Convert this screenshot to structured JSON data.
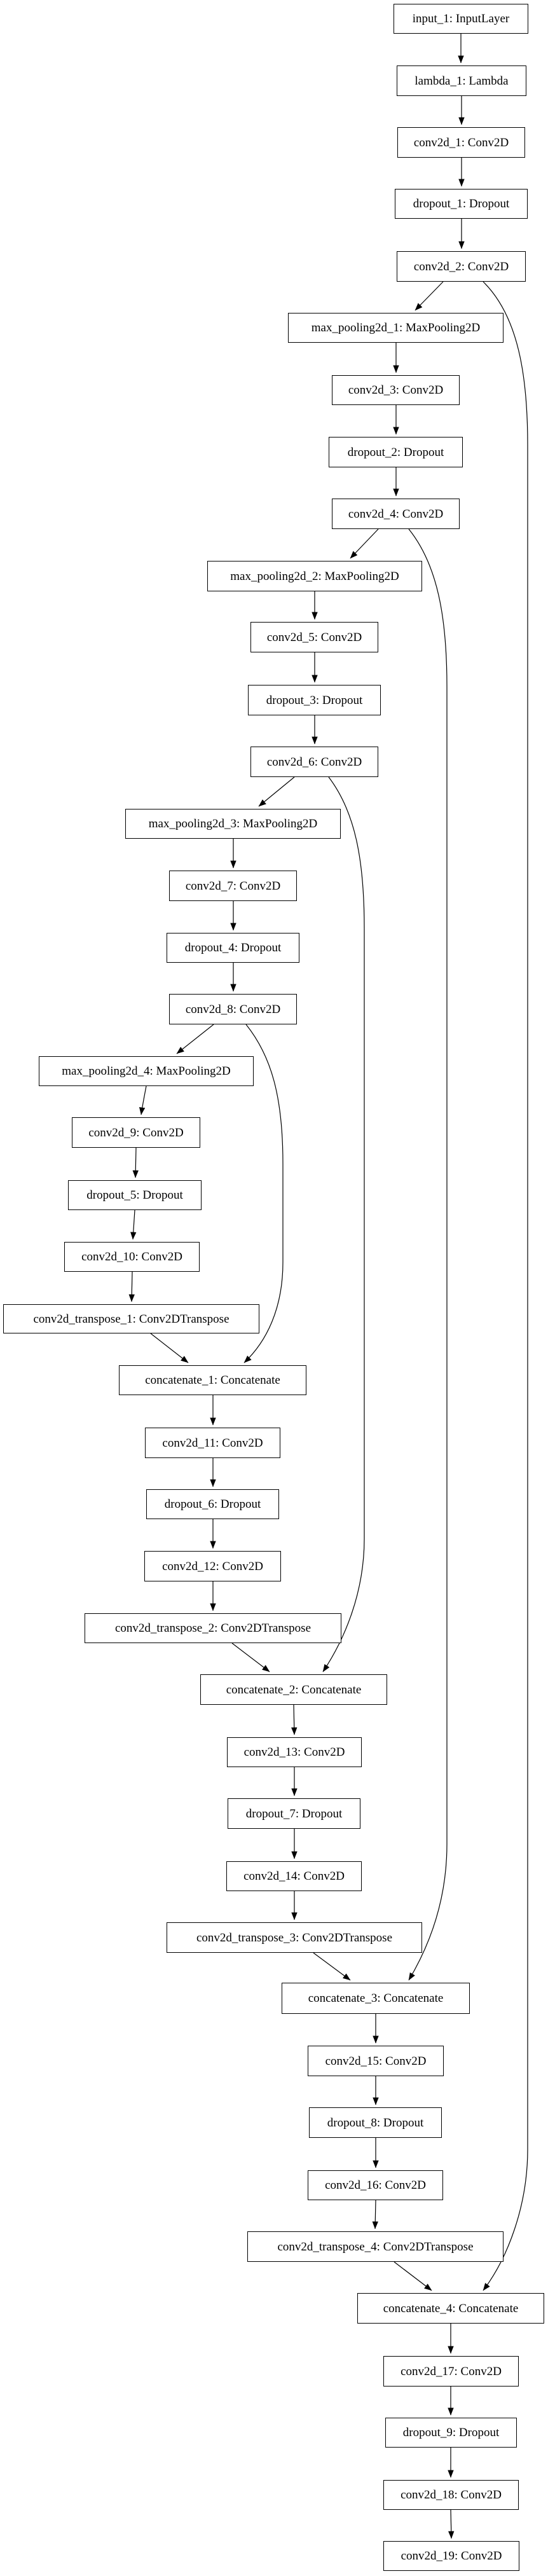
{
  "diagram": {
    "type": "keras-model-architecture-graph",
    "background_color": "#ffffff",
    "node_fill_color": "#ffffff",
    "node_border_color": "#000000",
    "edge_color": "#000000"
  },
  "nodes": {
    "input_1": "input_1: InputLayer",
    "lambda_1": "lambda_1: Lambda",
    "conv2d_1": "conv2d_1: Conv2D",
    "dropout_1": "dropout_1: Dropout",
    "conv2d_2": "conv2d_2: Conv2D",
    "max_pooling2d_1": "max_pooling2d_1: MaxPooling2D",
    "conv2d_3": "conv2d_3: Conv2D",
    "dropout_2": "dropout_2: Dropout",
    "conv2d_4": "conv2d_4: Conv2D",
    "max_pooling2d_2": "max_pooling2d_2: MaxPooling2D",
    "conv2d_5": "conv2d_5: Conv2D",
    "dropout_3": "dropout_3: Dropout",
    "conv2d_6": "conv2d_6: Conv2D",
    "max_pooling2d_3": "max_pooling2d_3: MaxPooling2D",
    "conv2d_7": "conv2d_7: Conv2D",
    "dropout_4": "dropout_4: Dropout",
    "conv2d_8": "conv2d_8: Conv2D",
    "max_pooling2d_4": "max_pooling2d_4: MaxPooling2D",
    "conv2d_9": "conv2d_9: Conv2D",
    "dropout_5": "dropout_5: Dropout",
    "conv2d_10": "conv2d_10: Conv2D",
    "conv2d_transpose_1": "conv2d_transpose_1: Conv2DTranspose",
    "concatenate_1": "concatenate_1: Concatenate",
    "conv2d_11": "conv2d_11: Conv2D",
    "dropout_6": "dropout_6: Dropout",
    "conv2d_12": "conv2d_12: Conv2D",
    "conv2d_transpose_2": "conv2d_transpose_2: Conv2DTranspose",
    "concatenate_2": "concatenate_2: Concatenate",
    "conv2d_13": "conv2d_13: Conv2D",
    "dropout_7": "dropout_7: Dropout",
    "conv2d_14": "conv2d_14: Conv2D",
    "conv2d_transpose_3": "conv2d_transpose_3: Conv2DTranspose",
    "concatenate_3": "concatenate_3: Concatenate",
    "conv2d_15": "conv2d_15: Conv2D",
    "dropout_8": "dropout_8: Dropout",
    "conv2d_16": "conv2d_16: Conv2D",
    "conv2d_transpose_4": "conv2d_transpose_4: Conv2DTranspose",
    "concatenate_4": "concatenate_4: Concatenate",
    "conv2d_17": "conv2d_17: Conv2D",
    "dropout_9": "dropout_9: Dropout",
    "conv2d_18": "conv2d_18: Conv2D",
    "conv2d_19": "conv2d_19: Conv2D"
  },
  "edges": [
    {
      "from": "input_1",
      "to": "lambda_1"
    },
    {
      "from": "lambda_1",
      "to": "conv2d_1"
    },
    {
      "from": "conv2d_1",
      "to": "dropout_1"
    },
    {
      "from": "dropout_1",
      "to": "conv2d_2"
    },
    {
      "from": "conv2d_2",
      "to": "max_pooling2d_1"
    },
    {
      "from": "conv2d_2",
      "to": "concatenate_4"
    },
    {
      "from": "max_pooling2d_1",
      "to": "conv2d_3"
    },
    {
      "from": "conv2d_3",
      "to": "dropout_2"
    },
    {
      "from": "dropout_2",
      "to": "conv2d_4"
    },
    {
      "from": "conv2d_4",
      "to": "max_pooling2d_2"
    },
    {
      "from": "conv2d_4",
      "to": "concatenate_3"
    },
    {
      "from": "max_pooling2d_2",
      "to": "conv2d_5"
    },
    {
      "from": "conv2d_5",
      "to": "dropout_3"
    },
    {
      "from": "dropout_3",
      "to": "conv2d_6"
    },
    {
      "from": "conv2d_6",
      "to": "max_pooling2d_3"
    },
    {
      "from": "conv2d_6",
      "to": "concatenate_2"
    },
    {
      "from": "max_pooling2d_3",
      "to": "conv2d_7"
    },
    {
      "from": "conv2d_7",
      "to": "dropout_4"
    },
    {
      "from": "dropout_4",
      "to": "conv2d_8"
    },
    {
      "from": "conv2d_8",
      "to": "max_pooling2d_4"
    },
    {
      "from": "conv2d_8",
      "to": "concatenate_1"
    },
    {
      "from": "max_pooling2d_4",
      "to": "conv2d_9"
    },
    {
      "from": "conv2d_9",
      "to": "dropout_5"
    },
    {
      "from": "dropout_5",
      "to": "conv2d_10"
    },
    {
      "from": "conv2d_10",
      "to": "conv2d_transpose_1"
    },
    {
      "from": "conv2d_transpose_1",
      "to": "concatenate_1"
    },
    {
      "from": "concatenate_1",
      "to": "conv2d_11"
    },
    {
      "from": "conv2d_11",
      "to": "dropout_6"
    },
    {
      "from": "dropout_6",
      "to": "conv2d_12"
    },
    {
      "from": "conv2d_12",
      "to": "conv2d_transpose_2"
    },
    {
      "from": "conv2d_transpose_2",
      "to": "concatenate_2"
    },
    {
      "from": "concatenate_2",
      "to": "conv2d_13"
    },
    {
      "from": "conv2d_13",
      "to": "dropout_7"
    },
    {
      "from": "dropout_7",
      "to": "conv2d_14"
    },
    {
      "from": "conv2d_14",
      "to": "conv2d_transpose_3"
    },
    {
      "from": "conv2d_transpose_3",
      "to": "concatenate_3"
    },
    {
      "from": "concatenate_3",
      "to": "conv2d_15"
    },
    {
      "from": "conv2d_15",
      "to": "dropout_8"
    },
    {
      "from": "dropout_8",
      "to": "conv2d_16"
    },
    {
      "from": "conv2d_16",
      "to": "conv2d_transpose_4"
    },
    {
      "from": "conv2d_transpose_4",
      "to": "concatenate_4"
    },
    {
      "from": "concatenate_4",
      "to": "conv2d_17"
    },
    {
      "from": "conv2d_17",
      "to": "dropout_9"
    },
    {
      "from": "dropout_9",
      "to": "conv2d_18"
    },
    {
      "from": "conv2d_18",
      "to": "conv2d_19"
    }
  ]
}
